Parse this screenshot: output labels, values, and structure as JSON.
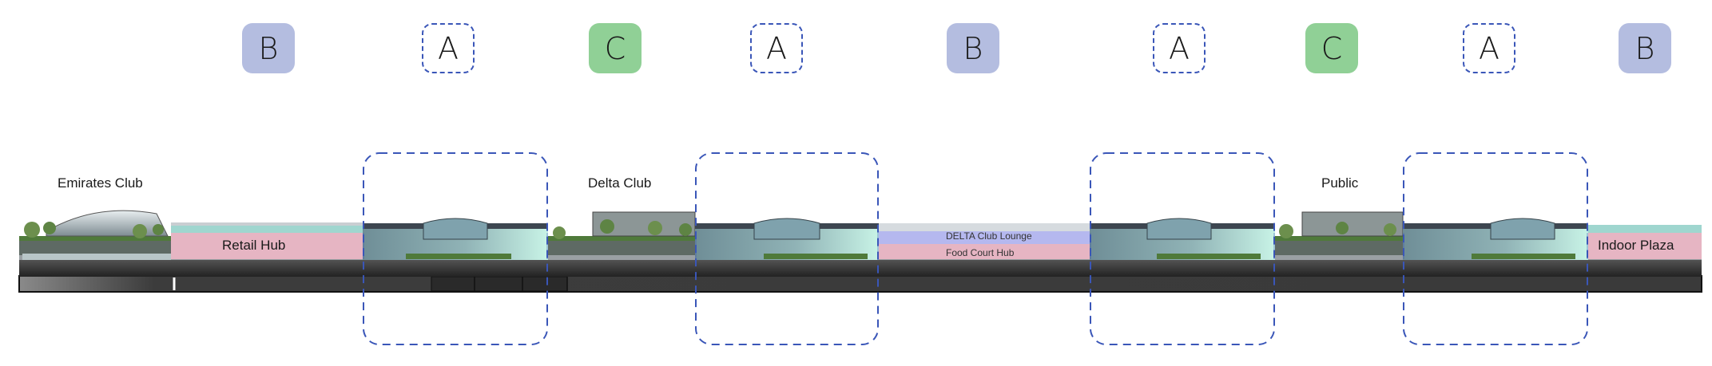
{
  "badges": [
    {
      "letter": "B",
      "kind": "b"
    },
    {
      "letter": "A",
      "kind": "a"
    },
    {
      "letter": "C",
      "kind": "c"
    },
    {
      "letter": "A",
      "kind": "a"
    },
    {
      "letter": "B",
      "kind": "b"
    },
    {
      "letter": "A",
      "kind": "a"
    },
    {
      "letter": "C",
      "kind": "c"
    },
    {
      "letter": "A",
      "kind": "a"
    },
    {
      "letter": "B",
      "kind": "b"
    }
  ],
  "labels": {
    "emirates_club": "Emirates Club",
    "retail_hub": "Retail Hub",
    "delta_club": "Delta Club",
    "delta_club_lounge": "DELTA Club Lounge",
    "food_court_hub": "Food Court Hub",
    "public": "Public",
    "indoor_plaza": "Indoor Plaza"
  },
  "colors": {
    "badge_b": "#b4bde0",
    "badge_c": "#90d096",
    "dashed_outline": "#3a56b8",
    "retail_zone": "#e6b5c3",
    "lounge_zone": "#b5b8ef",
    "glass_zone": "#bdeee0"
  }
}
